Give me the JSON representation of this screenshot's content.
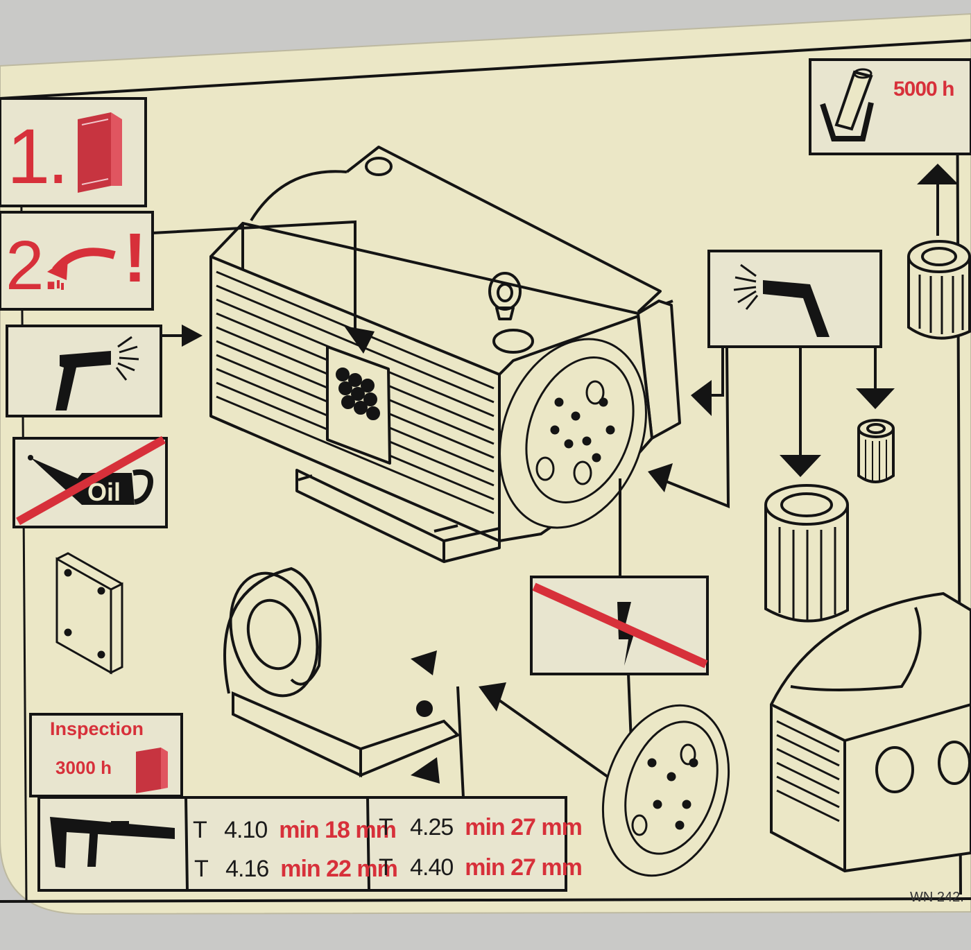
{
  "panels": {
    "manual_step": {
      "number": "1.",
      "icon": "manual-book-icon"
    },
    "rotation_step": {
      "number": "2.",
      "mark": "!",
      "icon": "rotation-arrow-icon"
    },
    "blow_out": {
      "icon": "air-blow-gun-icon"
    },
    "no_oil": {
      "text": "Oil",
      "icon": "no-oil-can-icon"
    },
    "filter_interval": {
      "text": "5000 h",
      "icon": "filter-change-icon"
    },
    "inspection": {
      "title": "Inspection",
      "hours": "3000 h",
      "icon": "manual-book-icon"
    },
    "no_power": {
      "icon": "no-electrical-power-icon"
    }
  },
  "vane_table": {
    "icon": "caliper-icon",
    "rows": [
      {
        "t": "T",
        "code": "4.10",
        "label": "min",
        "value": "18 mm"
      },
      {
        "t": "T",
        "code": "4.16",
        "label": "min",
        "value": "22 mm"
      },
      {
        "t": "T",
        "code": "4.25",
        "label": "min",
        "value": "27 mm"
      },
      {
        "t": "T",
        "code": "4.40",
        "label": "min",
        "value": "27 mm"
      }
    ]
  },
  "code": "WN 242.",
  "colors": {
    "label_background": "#ebe7c6",
    "line": "#141414",
    "accent_red": "#d7303a",
    "surround": "#c9c9c7"
  }
}
